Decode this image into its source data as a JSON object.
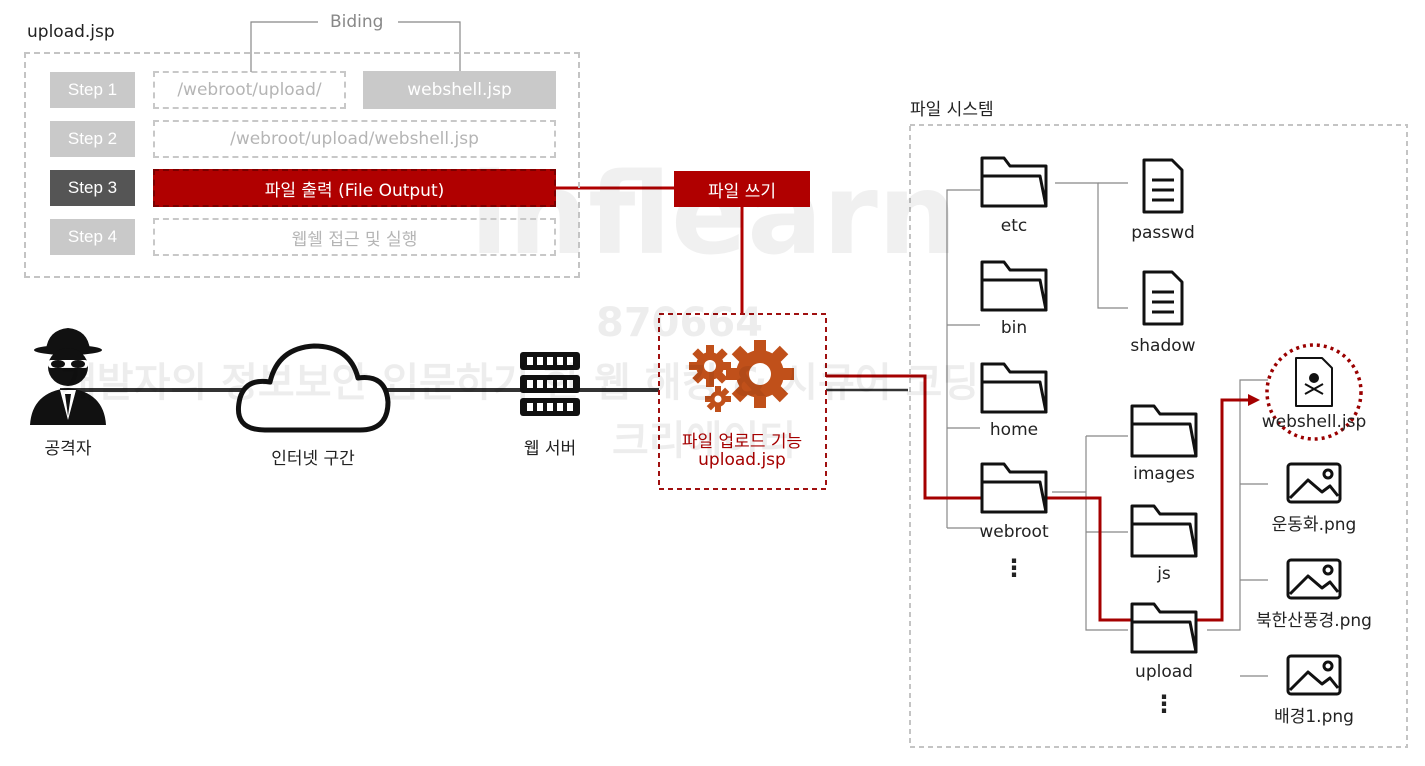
{
  "upload_panel": {
    "title": "upload.jsp",
    "biding_label": "Biding",
    "steps": [
      {
        "label": "Step 1"
      },
      {
        "label": "Step 2"
      },
      {
        "label": "Step 3"
      },
      {
        "label": "Step 4"
      }
    ],
    "step1_path": "/webroot/upload/",
    "step1_file": "webshell.jsp",
    "step2_path": "/webroot/upload/webshell.jsp",
    "step3_action": "파일 출력 (File Output)",
    "step4_action": "웹쉘 접근 및 실행"
  },
  "file_write_label": "파일 쓰기",
  "flow": {
    "attacker_label": "공격자",
    "internet_label": "인터넷 구간",
    "webserver_label": "웹 서버",
    "upload_feature_label": "파일 업로드 기능",
    "upload_feature_file": "upload.jsp"
  },
  "filesystem": {
    "title": "파일 시스템",
    "root_dirs": [
      "etc",
      "bin",
      "home",
      "webroot"
    ],
    "etc_files": [
      "passwd",
      "shadow"
    ],
    "webroot_dirs": [
      "images",
      "js",
      "upload"
    ],
    "upload_files": [
      "webshell.jsp",
      "운동화.png",
      "북한산풍경.png",
      "배경1.png"
    ],
    "ellipsis": "⋮"
  },
  "watermark": {
    "brand": "inflearn",
    "number": "870664",
    "line1": "개발자의 정보보안 입문하기 한 웹 해킹 & 시큐어 코딩",
    "line2": "크리에이터"
  },
  "colors": {
    "accent_red": "#b00000",
    "gear_orange": "#c0501a",
    "step_grey": "#c9c9c9",
    "step_active": "#555555"
  }
}
